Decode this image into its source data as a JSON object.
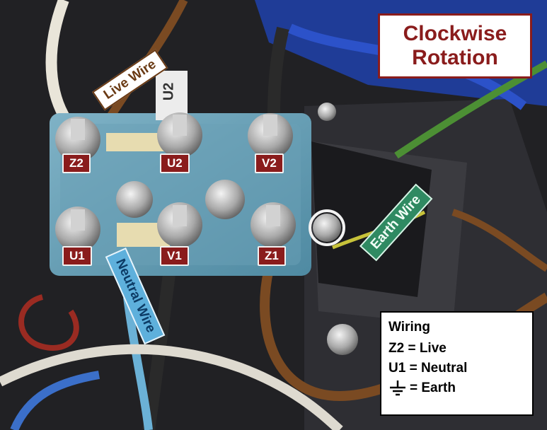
{
  "title": {
    "line1": "Clockwise",
    "line2": "Rotation"
  },
  "terminals": {
    "z2": "Z2",
    "u2": "U2",
    "v2": "V2",
    "u1": "U1",
    "v1": "V1",
    "z1": "Z1"
  },
  "sleeve_label": "U2",
  "wires": {
    "live": "Live Wire",
    "neutral": "Neutral Wire",
    "earth": "Earth Wire"
  },
  "legend": {
    "heading": "Wiring",
    "rows": [
      "Z2 = Live",
      "U1 = Neutral",
      "= Earth"
    ]
  },
  "colors": {
    "brand_red": "#8a1c1c",
    "live_brown": "#6a3a14",
    "neutral_blue": "#5eb0dc",
    "earth_green": "#2f8a62"
  },
  "icons": {
    "earth": "earth-ground-icon"
  }
}
